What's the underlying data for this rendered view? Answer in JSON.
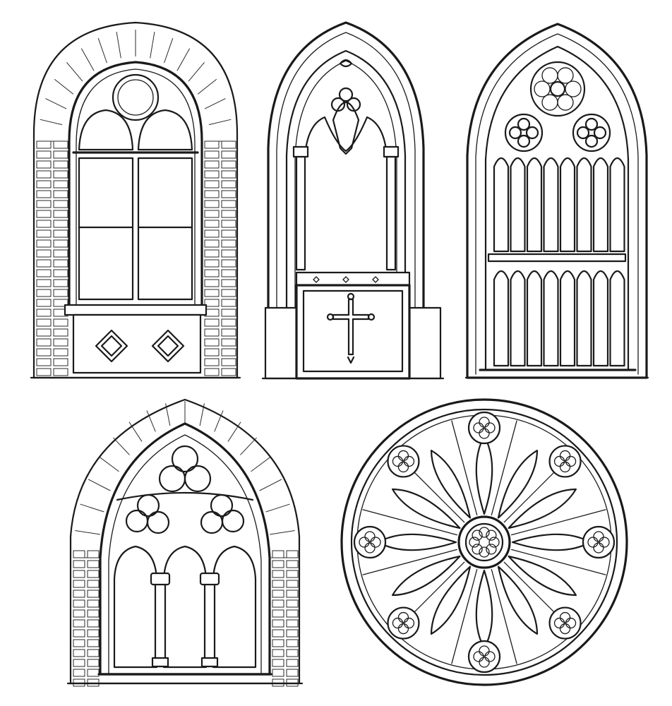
{
  "illustration": {
    "style": "black ink line drawing on white",
    "ink_color": "#1a1a1a",
    "background_color": "#ffffff",
    "windows": [
      {
        "kind": "pointed-arch-brick-window",
        "features": [
          "oculus",
          "two-lights",
          "transom",
          "brick-surround",
          "diamond-panels"
        ]
      },
      {
        "kind": "pointed-arch-door",
        "features": [
          "trefoil-tracery",
          "columns",
          "cross-panel",
          "stone-plinths"
        ]
      },
      {
        "kind": "lancet-window",
        "features": [
          "rose-oculus",
          "quatrefoils",
          "eight-lights",
          "transom"
        ]
      },
      {
        "kind": "pointed-arch-arcade-window",
        "features": [
          "trefoils",
          "three-arches",
          "columns",
          "brick-surround"
        ]
      },
      {
        "kind": "rose-window",
        "features": [
          "twelve-petals",
          "central-rosette",
          "eight-quatrefoils"
        ]
      }
    ]
  }
}
